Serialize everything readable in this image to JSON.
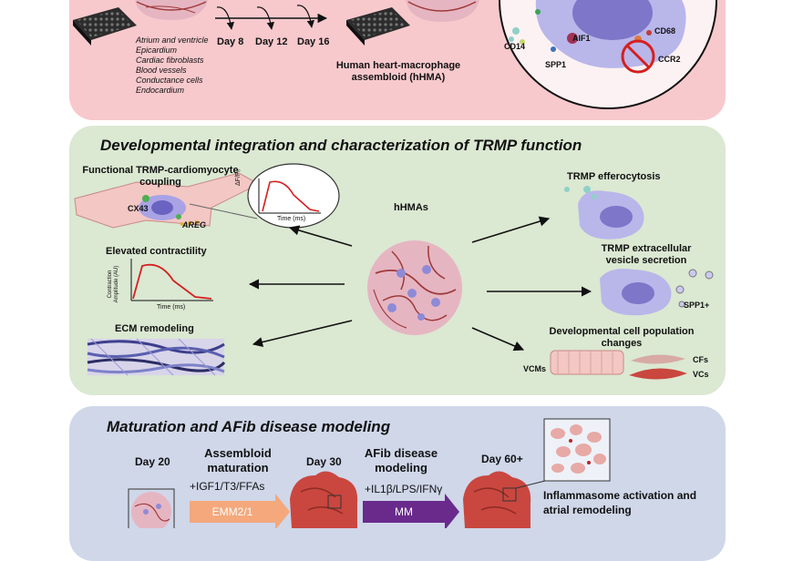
{
  "colors": {
    "top_panel": "#f7c9cd",
    "middle_panel": "#dbe8d2",
    "bottom_panel": "#cfd7e9",
    "emm_arrow": "#f4a87c",
    "mm_arrow": "#6a2a8c",
    "macrophage": "#b9b6ea",
    "heart": "#c9473f"
  },
  "icons": [
    "well-plate-icon",
    "organoid-icon",
    "macrophage-icon",
    "heart-icon",
    "curve-plot-icon",
    "ecm-fibers-icon",
    "no-symbol-icon"
  ],
  "top": {
    "cell_types": [
      "Atrium and ventricle",
      "Epicardium",
      "Cardiac fibroblasts",
      "Blood vessels",
      "Conductance cells",
      "Endocardium"
    ],
    "timeline": [
      "Day 8",
      "Day 12",
      "Day 16"
    ],
    "assembloid_label": "Human heart-macrophage assembloid (hHMA)",
    "markers": {
      "cd14": "CD14",
      "aif1": "AIF1",
      "spp1": "SPP1",
      "cd68": "CD68",
      "ccr2": "CCR2"
    }
  },
  "middle": {
    "title": "Developmental integration and characterization of TRMP function",
    "coupling_title": "Functional TRMP-cardiomyocyte coupling",
    "cx43": "CX43",
    "areg": "AREG",
    "inset_ylabel": "ΔF/F₀",
    "inset_xlabel": "Time (ms)",
    "center_label": "hHMAs",
    "contractility_title": "Elevated contractility",
    "contractility_ylabel": "Contraction Amplitude (AU)",
    "contractility_xlabel": "Time (ms)",
    "ecm_title": "ECM remodeling",
    "efferocytosis_title": "TRMP efferocytosis",
    "vesicle_title": "TRMP extracellular vesicle secretion",
    "spp1": "SPP1+",
    "population_title": "Developmental cell population changes",
    "vcms": "VCMs",
    "cfs": "CFs",
    "vcs": "VCs"
  },
  "bottom": {
    "title": "Maturation and AFib disease modeling",
    "day20": "Day 20",
    "maturation_title": "Assembloid maturation",
    "maturation_factors": "+IGF1/T3/FFAs",
    "emm": "EMM2/1",
    "day30": "Day 30",
    "afib_title": "AFib disease modeling",
    "afib_factors": "+IL1β/LPS/IFNγ",
    "mm": "MM",
    "day60": "Day 60+",
    "outcome": "Inflammasome activation and atrial remodeling"
  }
}
